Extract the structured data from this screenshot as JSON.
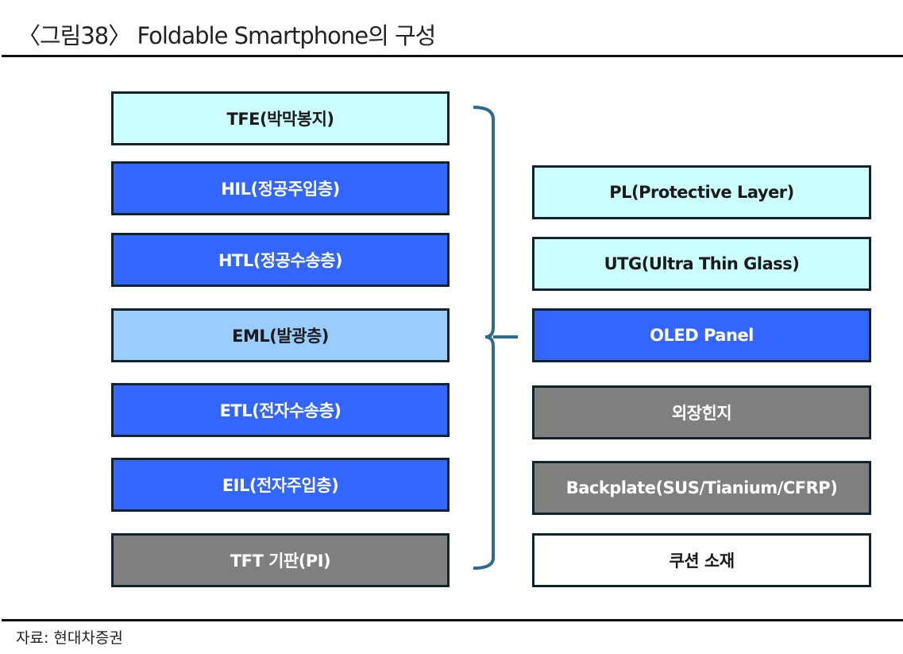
{
  "title": "〈그림38〉 Foldable Smartphone의 구성",
  "left_layers": [
    {
      "label": "TFE(박막봉지)",
      "color": "#ccffff"
    },
    {
      "label": "HIL(정공주입층)",
      "color": "#3366ff"
    },
    {
      "label": "HTL(정공수송층)",
      "color": "#3366ff"
    },
    {
      "label": "EML(발광층)",
      "color": "#99ccff"
    },
    {
      "label": "ETL(전자수송층)",
      "color": "#3366ff"
    },
    {
      "label": "EIL(전자주입층)",
      "color": "#3366ff"
    },
    {
      "label": "TFT 기판(PI)",
      "color": "#7f7f7f"
    }
  ],
  "right_layers": [
    {
      "label": "PL(Protective Layer)",
      "color": "#ccffff"
    },
    {
      "label": "UTG(Ultra Thin Glass)",
      "color": "#ccffff"
    },
    {
      "label": "OLED Panel",
      "color": "#3366ff"
    },
    {
      "label": "외장힌지",
      "color": "#7f7f7f"
    },
    {
      "label": "Backplate(SUS/Tianium/CFRP)",
      "color": "#7f7f7f"
    },
    {
      "label": "쿠션 소재",
      "color": "#ffffff"
    }
  ],
  "source": "자료: 현대차증권"
}
